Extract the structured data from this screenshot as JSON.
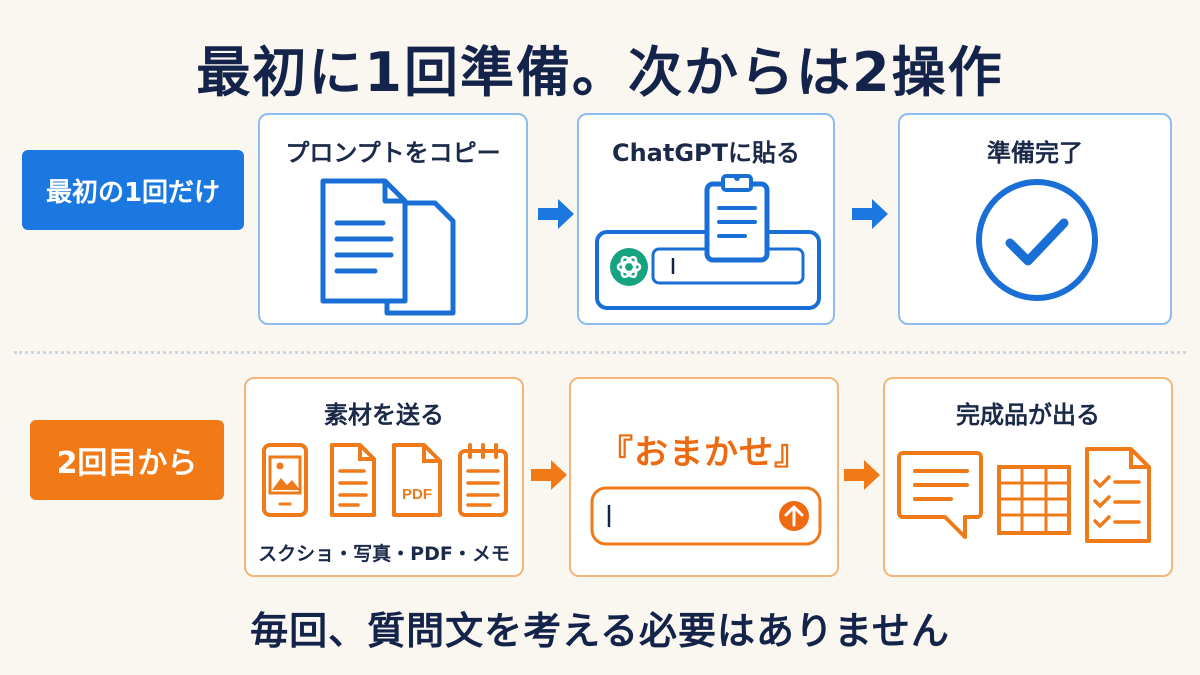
{
  "title": "最初に1回準備。次からは2操作",
  "footer": "毎回、質問文を考える必要はありません",
  "row1": {
    "tag": "最初の1回だけ",
    "steps": [
      {
        "label": "プロンプトをコピー",
        "icon": "documents-icon"
      },
      {
        "label": "ChatGPTに貼る",
        "icon": "clipboard-icon"
      },
      {
        "label": "準備完了",
        "icon": "checkmark-circle-icon"
      }
    ]
  },
  "row2": {
    "tag": "2回目から",
    "steps": [
      {
        "label": "素材を送る",
        "sublabel": "スクショ・写真・PDF・メモ",
        "pdf_text": "PDF"
      },
      {
        "label": "『おまかせ』"
      },
      {
        "label": "完成品が出る"
      }
    ]
  },
  "colors": {
    "blue": "#1a78e0",
    "orange": "#f27a16",
    "navy": "#14234a",
    "chatgpt_green": "#16a37f"
  }
}
